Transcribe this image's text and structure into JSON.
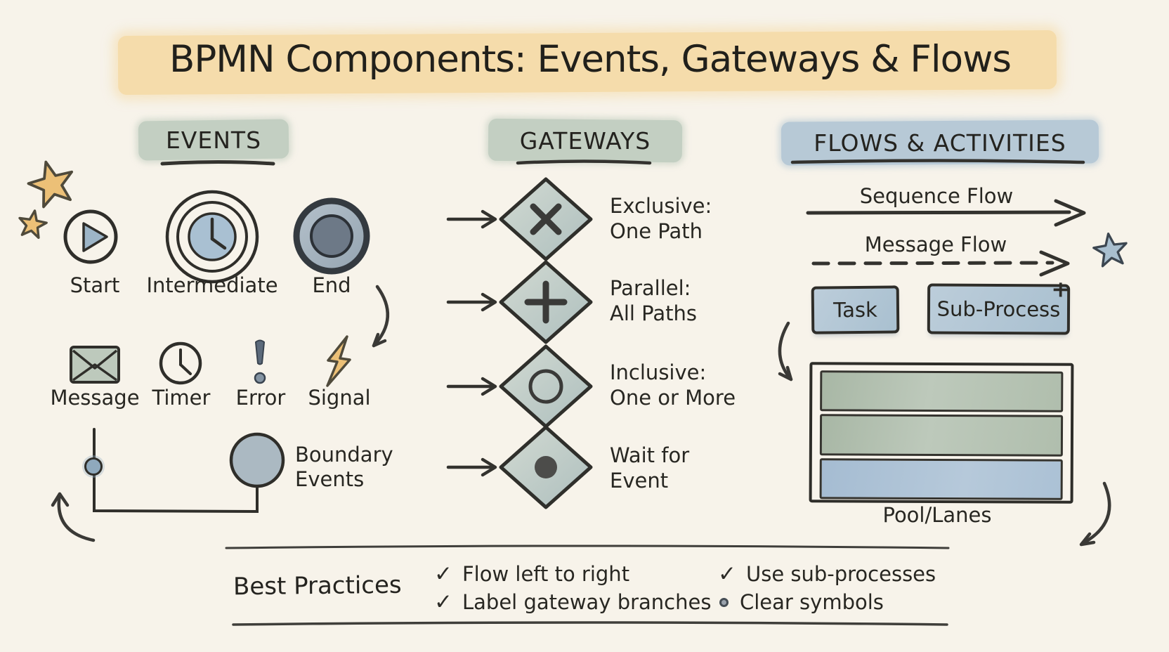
{
  "title": "BPMN Components: Events, Gateways & Flows",
  "sections": {
    "events": "EVENTS",
    "gateways": "GATEWAYS",
    "flows": "FLOWS & ACTIVITIES"
  },
  "events": {
    "main": [
      {
        "label": "Start",
        "icon": "play-circle"
      },
      {
        "label": "Intermediate",
        "icon": "double-circle-clock"
      },
      {
        "label": "End",
        "icon": "thick-circle-filled-dot"
      }
    ],
    "types": [
      {
        "label": "Message",
        "icon": "envelope"
      },
      {
        "label": "Timer",
        "icon": "clock"
      },
      {
        "label": "Error",
        "icon": "exclamation-mark"
      },
      {
        "label": "Signal",
        "icon": "lightning-bolt"
      }
    ],
    "boundary": {
      "line1": "Boundary",
      "line2": "Events"
    }
  },
  "gateways": {
    "items": [
      {
        "symbol": "X",
        "line1": "Exclusive:",
        "line2": "One Path"
      },
      {
        "symbol": "+",
        "line1": "Parallel:",
        "line2": "All Paths"
      },
      {
        "symbol": "○",
        "line1": "Inclusive:",
        "line2": "One or More"
      },
      {
        "symbol": "●",
        "line1": "Wait for",
        "line2": "Event"
      }
    ]
  },
  "flows": {
    "sequence_label": "Sequence Flow",
    "message_label": "Message Flow",
    "task": "Task",
    "subprocess": "Sub-Process",
    "subprocess_marker": "+",
    "pool_label": "Pool/Lanes"
  },
  "best_practices": {
    "heading": "Best Practices",
    "items": [
      {
        "marker": "✓",
        "text": "Flow left to right"
      },
      {
        "marker": "✓",
        "text": "Label gateway branches"
      },
      {
        "marker": "✓",
        "text": "Use sub-processes"
      },
      {
        "marker": "•",
        "text": "Clear symbols"
      }
    ]
  },
  "colors": {
    "background": "#f7f3ea",
    "ink": "#2e2d29",
    "title_highlight": "#f5dcab",
    "green_highlight": "#c3cfc2",
    "blue_highlight": "#b7c9d6",
    "sage_fill": "#bdc9bc",
    "blue_fill": "#a9c0d2",
    "gold": "#ecc077",
    "dark_fill": "#6d7987"
  }
}
